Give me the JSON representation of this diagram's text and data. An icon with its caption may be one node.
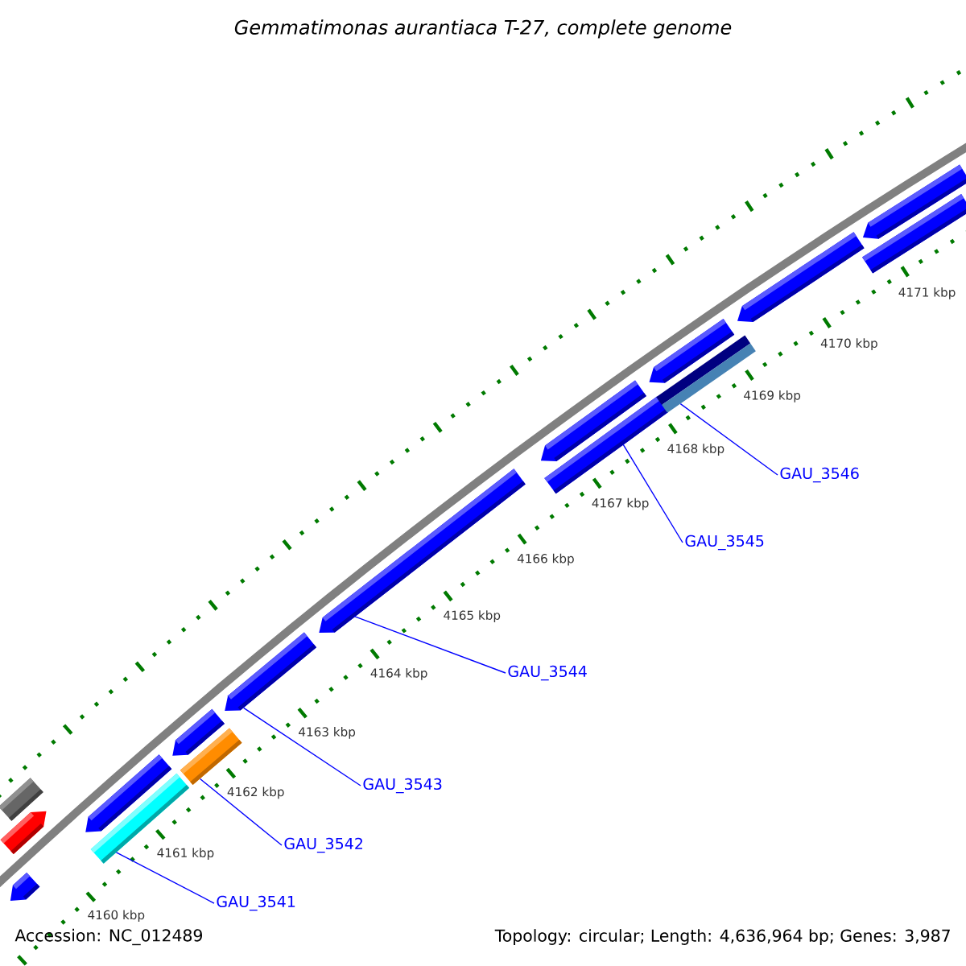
{
  "diagram": {
    "title": "Gemmatimonas aurantiaca T-27, complete genome",
    "nodes": [
      {
        "text": [
          "GAU_3541"
        ]
      },
      {
        "text": [
          "GAU_3542"
        ]
      },
      {
        "text": [
          "GAU_3543"
        ]
      },
      {
        "text": [
          "GAU_3544"
        ]
      },
      {
        "text": [
          "GAU_3545"
        ]
      },
      {
        "text": [
          "GAU_3546"
        ]
      },
      {
        "text": [],
        "shape": "bar"
      },
      {
        "text": [],
        "shape": "pentagon"
      },
      {
        "text": [],
        "shape": "pentagon"
      },
      {
        "text": [],
        "shape": "bar"
      },
      {
        "text": [],
        "shape": "pentagon"
      },
      {
        "text": [],
        "shape": "bar"
      },
      {
        "text": [],
        "shape": "pentagon"
      },
      {
        "text": [],
        "shape": "pentagon"
      },
      {
        "text": [],
        "shape": "pentagon"
      },
      {
        "text": [],
        "shape": "bar"
      },
      {
        "text": [],
        "shape": "pentagon"
      },
      {
        "text": [],
        "shape": "bar"
      },
      {
        "text": [],
        "shape": "pentagon"
      },
      {
        "text": [],
        "shape": "pentagon"
      },
      {
        "text": [],
        "shape": "bar"
      },
      {
        "text": [],
        "shape": "pentagon"
      }
    ],
    "edges": [
      {
        "from": 0,
        "to": 9,
        "arrow": "none"
      },
      {
        "from": 1,
        "to": 11,
        "arrow": "none"
      },
      {
        "from": 2,
        "to": 13,
        "arrow": "none"
      },
      {
        "from": 3,
        "to": 14,
        "arrow": "none"
      },
      {
        "from": 4,
        "to": 15,
        "arrow": "none"
      },
      {
        "from": 5,
        "to": 17,
        "arrow": "none"
      }
    ],
    "labels": [
      "4160 kbp",
      "4161 kbp",
      "4162 kbp",
      "4163 kbp",
      "4164 kbp",
      "4165 kbp",
      "4166 kbp",
      "4167 kbp",
      "4168 kbp",
      "4169 kbp",
      "4170 kbp",
      "4171 kbp",
      "Accession: NC_012489",
      "Topology: circular; Length: 4,636,964 bp; Genes: 3,987"
    ]
  }
}
